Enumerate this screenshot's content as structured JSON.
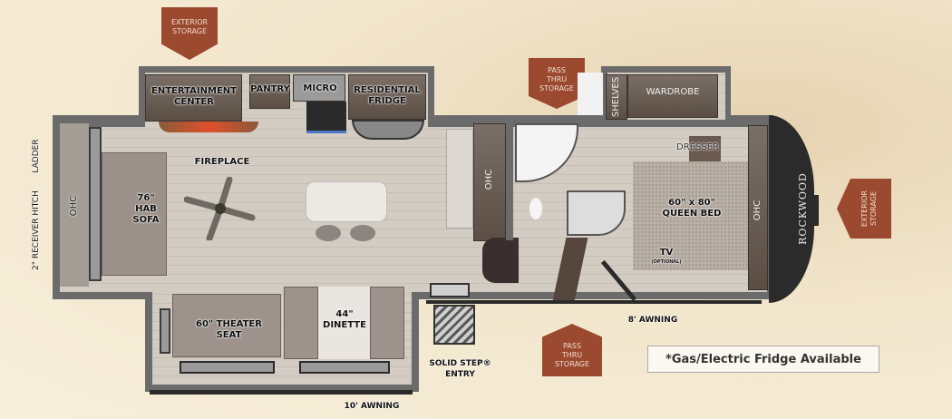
{
  "brand": "ROCKWOOD",
  "tags": {
    "exterior_storage_top": "EXTERIOR STORAGE",
    "pass_thru_top": "PASS THRU STORAGE",
    "exterior_storage_front": "EXTERIOR STORAGE",
    "pass_thru_bottom": "PASS THRU STORAGE"
  },
  "rooms": {
    "entertainment_center": "ENTERTAINMENT CENTER",
    "pantry": "PANTRY",
    "micro": "MICRO",
    "residential_fridge": "RESIDENTIAL FRIDGE",
    "fireplace": "FIREPLACE",
    "sofa": "76\" HAB SOFA",
    "ohc_rear": "OHC",
    "ohc_mid": "OHC",
    "ohc_front": "OHC",
    "shelves": "SHELVES",
    "wardrobe": "WARDROBE",
    "dresser": "DRESSER",
    "queen_bed": "60\" x 80\" QUEEN BED",
    "tv": "TV",
    "tv_note": "(OPTIONAL)",
    "theater_seat": "60\" THEATER SEAT",
    "dinette": "44\" DINETTE",
    "entry": "SOLID STEP® ENTRY"
  },
  "exterior": {
    "hitch": "2\" RECEIVER HITCH",
    "ladder": "LADDER",
    "awning_8": "8' AWNING",
    "awning_10": "10' AWNING"
  },
  "note": "*Gas/Electric Fridge Available",
  "colors": {
    "tag": "#9b4a30",
    "wall": "#6b6b6b",
    "cap": "#2b2b2b"
  }
}
